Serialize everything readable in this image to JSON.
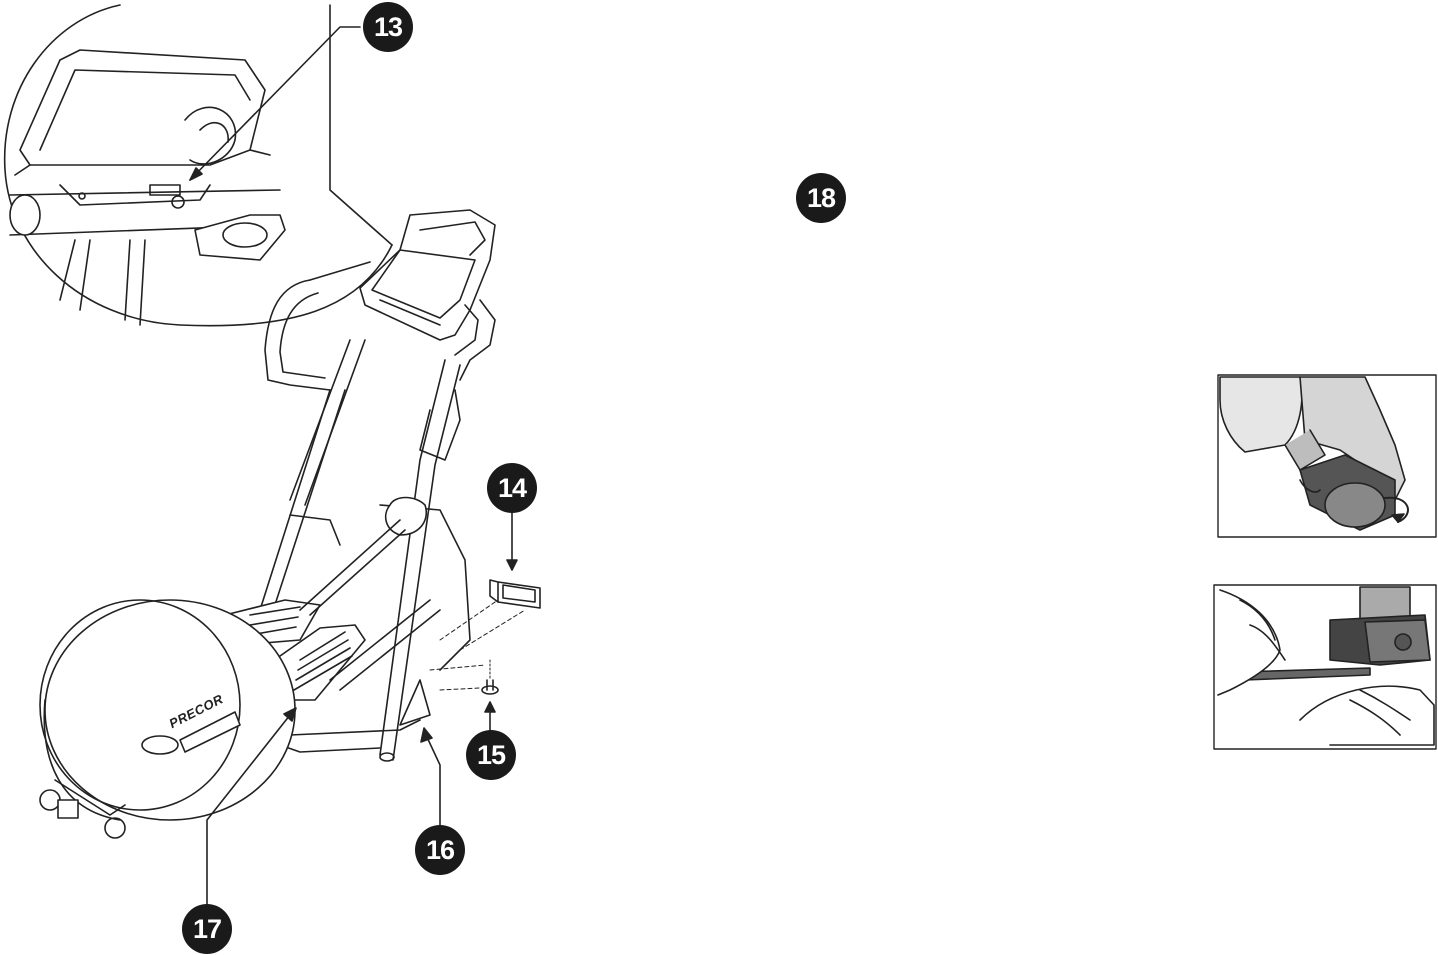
{
  "callouts": {
    "c13": "13",
    "c14": "14",
    "c15": "15",
    "c16": "16",
    "c17": "17",
    "c18": "18"
  },
  "brand_text": "PRECOR",
  "colors": {
    "line": "#222222",
    "callout_fill": "#1a1a1a",
    "callout_text": "#ffffff",
    "shade": "#cfcfcf"
  }
}
